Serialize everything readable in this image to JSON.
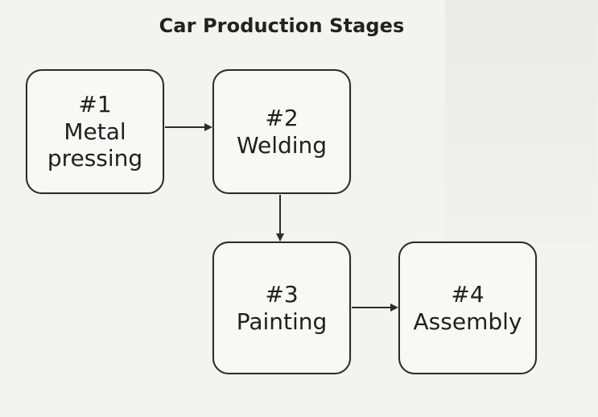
{
  "title": "Car Production Stages",
  "nodes": [
    {
      "num": "#1",
      "label_line1": "Metal",
      "label_line2": "pressing"
    },
    {
      "num": "#2",
      "label_line1": "Welding"
    },
    {
      "num": "#3",
      "label_line1": "Painting"
    },
    {
      "num": "#4",
      "label_line1": "Assembly"
    }
  ],
  "edges": [
    {
      "from": "#1",
      "to": "#2"
    },
    {
      "from": "#2",
      "to": "#3"
    },
    {
      "from": "#3",
      "to": "#4"
    }
  ],
  "colors": {
    "stroke": "#2c2c2c",
    "background": "#f3f3f1"
  }
}
